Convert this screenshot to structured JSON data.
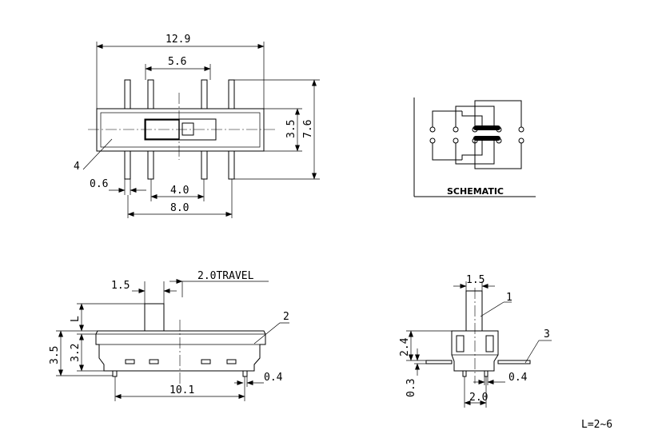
{
  "top_view": {
    "dim_total_width": "12.9",
    "dim_inner_pins": "5.6",
    "dim_body_height": "3.5",
    "dim_total_height": "7.6",
    "dim_pin_width": "0.6",
    "dim_pin_pitch": "4.0",
    "dim_outer_pins": "8.0",
    "callout_4": "4"
  },
  "schematic": {
    "label": "SCHEMATIC"
  },
  "front_view": {
    "dim_knob": "1.5",
    "dim_travel": "2.0TRAVEL",
    "dim_l": "L",
    "dim_height_total": "3.5",
    "dim_height_body": "3.2",
    "dim_pin_span": "10.1",
    "dim_pin": "0.4",
    "callout_2": "2"
  },
  "side_view": {
    "dim_knob": "1.5",
    "callout_1": "1",
    "callout_3": "3",
    "dim_2_4": "2.4",
    "dim_0_3": "0.3",
    "dim_2_0": "2.0",
    "dim_0_4": "0.4"
  },
  "note": "L=2~6"
}
